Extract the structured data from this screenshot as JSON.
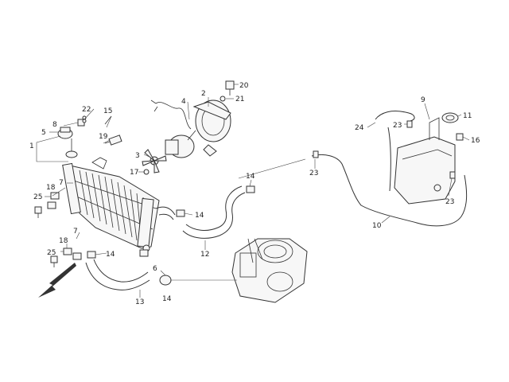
{
  "diagram": {
    "callouts": {
      "c1": "1",
      "c2": "2",
      "c3": "3",
      "c4": "4",
      "c5": "5",
      "c6": "6",
      "c7a": "7",
      "c7b": "7",
      "c8": "8",
      "c9": "9",
      "c10": "10",
      "c11": "11",
      "c12": "12",
      "c13": "13",
      "c14a": "14",
      "c14b": "14",
      "c14c": "14",
      "c14d": "14",
      "c15": "15",
      "c16": "16",
      "c17": "17",
      "c18a": "18",
      "c18b": "18",
      "c19": "19",
      "c20": "20",
      "c21": "21",
      "c22": "22",
      "c23a": "23",
      "c23b": "23",
      "c23c": "23",
      "c24": "24",
      "c25a": "25",
      "c25b": "25"
    },
    "icons": {
      "direction_arrow": "front-direction-arrow-icon"
    }
  }
}
